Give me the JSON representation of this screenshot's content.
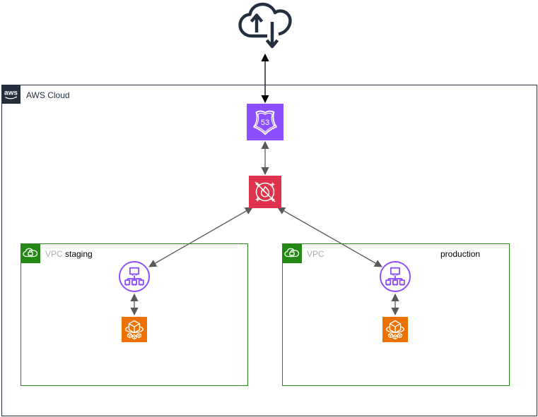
{
  "colors": {
    "background": "#ffffff",
    "navy": "#232F3E",
    "route53_purple": "#8C4FFF",
    "firewall_red": "#DD344C",
    "ecs_orange": "#ED7100",
    "vpc_green": "#248814",
    "vpc_label_gray": "#A7AEB3",
    "arrow_gray": "#595959",
    "arrow_black": "#000000"
  },
  "internet": {
    "icon": "internet-cloud-icon"
  },
  "aws_cloud": {
    "logo_icon": "aws-logo-icon",
    "logo_text": "aws",
    "label": "AWS Cloud"
  },
  "route53": {
    "icon": "route53-icon",
    "badge_number": "53"
  },
  "network_firewall": {
    "icon": "network-firewall-icon"
  },
  "vpcs": [
    {
      "icon": "vpc-icon",
      "type_label": "VPC",
      "name": "staging",
      "load_balancer": {
        "icon": "elastic-load-balancing-icon"
      },
      "containers": {
        "icon": "ecs-icon"
      }
    },
    {
      "icon": "vpc-icon",
      "type_label": "VPC",
      "name": "production",
      "load_balancer": {
        "icon": "elastic-load-balancing-icon"
      },
      "containers": {
        "icon": "ecs-icon"
      }
    }
  ],
  "edges": [
    {
      "from": "internet",
      "to": "route53",
      "bidirectional": true
    },
    {
      "from": "route53",
      "to": "network-firewall",
      "bidirectional": true
    },
    {
      "from": "network-firewall",
      "to": "staging-load-balancer",
      "bidirectional": true
    },
    {
      "from": "network-firewall",
      "to": "production-load-balancer",
      "bidirectional": true
    },
    {
      "from": "staging-load-balancer",
      "to": "staging-ecs",
      "bidirectional": true
    },
    {
      "from": "production-load-balancer",
      "to": "production-ecs",
      "bidirectional": true
    }
  ]
}
